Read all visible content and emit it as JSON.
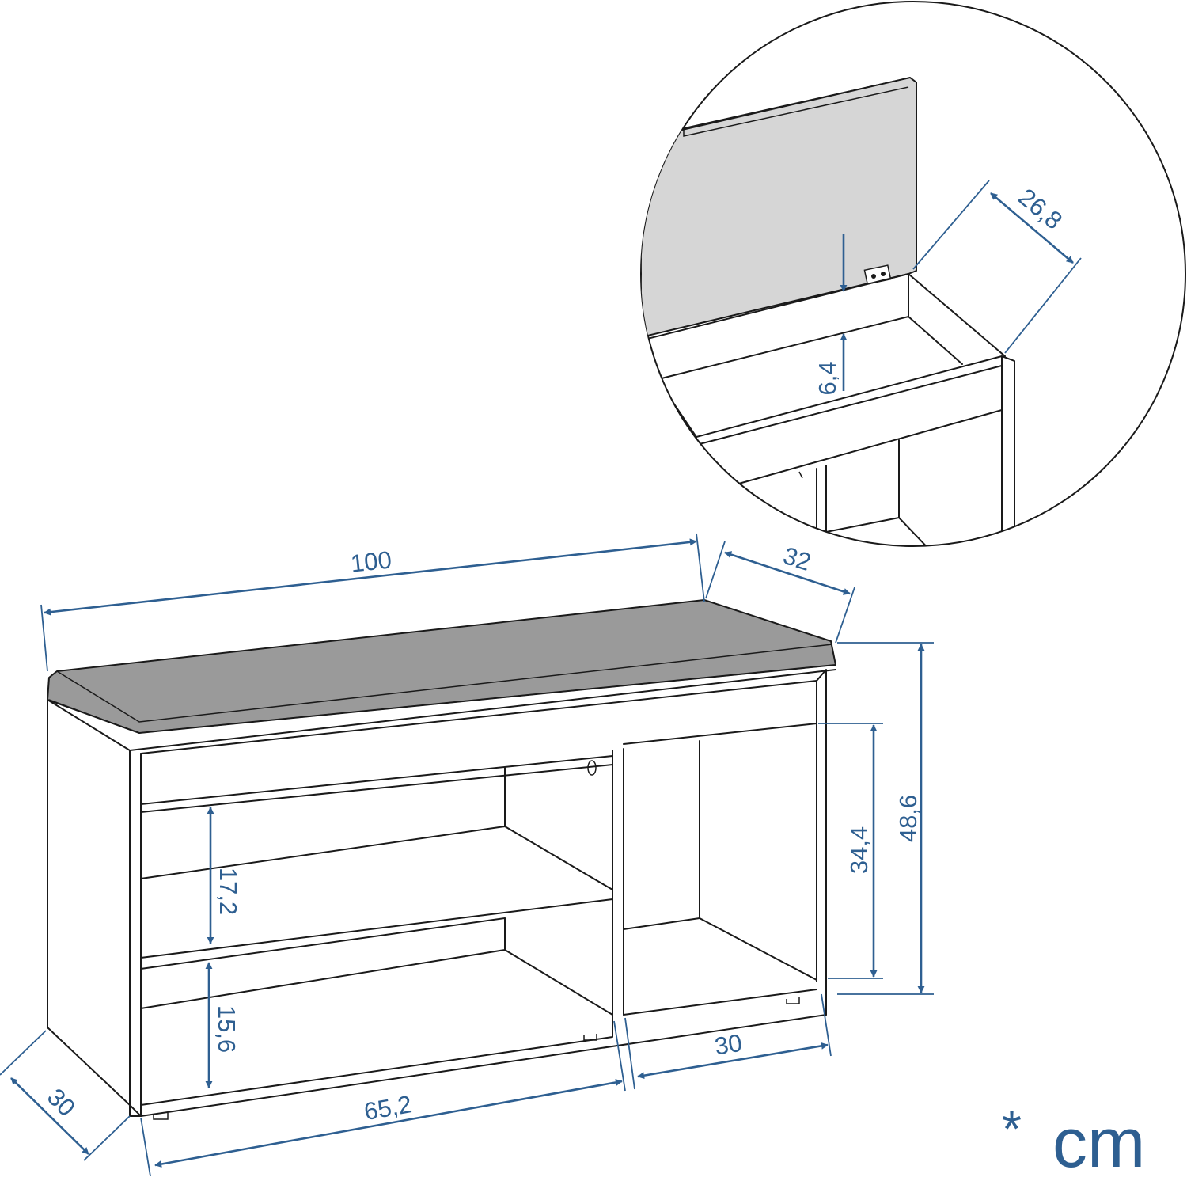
{
  "colors": {
    "dimension": "#2e5f91",
    "outline": "#1a1a1a",
    "cushion": "#9a9a9a",
    "lid": "#d6d6d6"
  },
  "dimensions": {
    "width": "100",
    "depth_cushion": "32",
    "height_total": "48,6",
    "height_open_compartment": "34,4",
    "shelf_upper": "17,2",
    "shelf_lower": "15,6",
    "depth_side": "30",
    "width_left_section": "65,2",
    "width_right_section": "30",
    "storage_depth": "6,4",
    "storage_width": "26,8"
  },
  "unit": {
    "star": "*",
    "label": "cm"
  }
}
